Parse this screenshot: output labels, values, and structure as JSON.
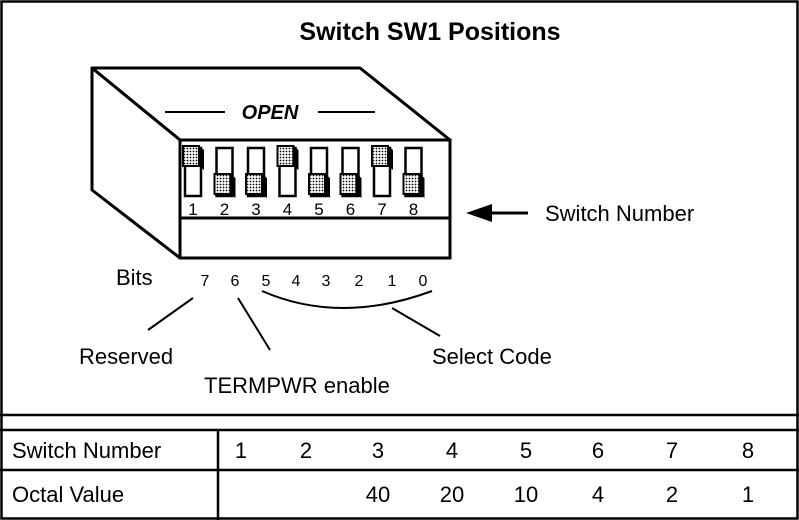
{
  "title": "Switch SW1 Positions",
  "open_label": "OPEN",
  "switch_number_label": "Switch Number",
  "bits_label": "Bits",
  "switch_numbers": [
    "1",
    "2",
    "3",
    "4",
    "5",
    "6",
    "7",
    "8"
  ],
  "switch_positions": [
    "up",
    "down",
    "down",
    "up",
    "down",
    "down",
    "up",
    "down"
  ],
  "bit_numbers": [
    "7",
    "6",
    "5",
    "4",
    "3",
    "2",
    "1",
    "0"
  ],
  "annotations": {
    "reserved": "Reserved",
    "termpwr": "TERMPWR enable",
    "select_code": "Select Code"
  },
  "table": {
    "row1_header": "Switch Number",
    "row1": [
      "1",
      "2",
      "3",
      "4",
      "5",
      "6",
      "7",
      "8"
    ],
    "row2_header": "Octal Value",
    "row2": [
      "",
      "",
      "40",
      "20",
      "10",
      "4",
      "2",
      "1"
    ]
  }
}
